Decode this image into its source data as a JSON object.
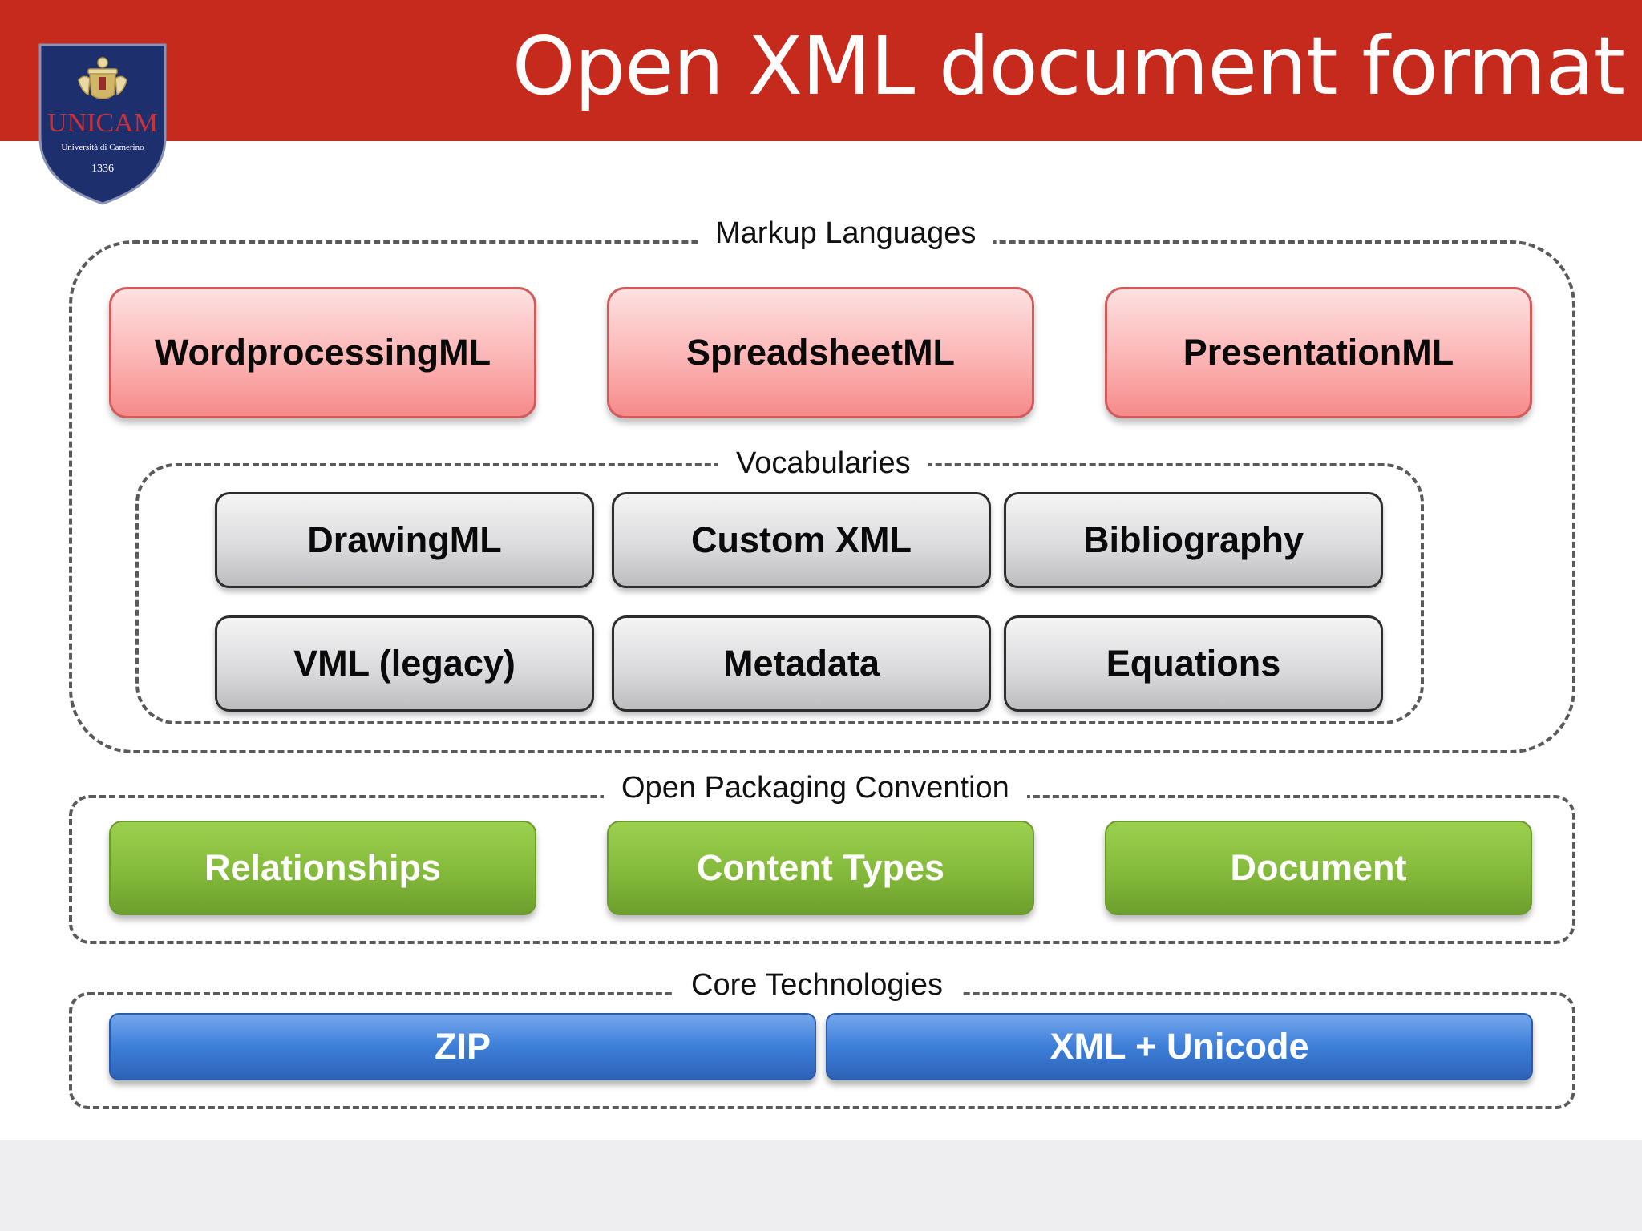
{
  "slide": {
    "title": "Open XML document format"
  },
  "logo": {
    "name": "UNICAM",
    "subtitle": "Università di Camerino",
    "year": "1336",
    "icon": "university-crest-icon"
  },
  "groups": {
    "markup_languages": {
      "label": "Markup Languages",
      "items": [
        "WordprocessingML",
        "SpreadsheetML",
        "PresentationML"
      ]
    },
    "vocabularies": {
      "label": "Vocabularies",
      "items": [
        "DrawingML",
        "Custom XML",
        "Bibliography",
        "VML (legacy)",
        "Metadata",
        "Equations"
      ]
    },
    "open_packaging": {
      "label": "Open Packaging Convention",
      "items": [
        "Relationships",
        "Content Types",
        "Document"
      ]
    },
    "core_technologies": {
      "label": "Core Technologies",
      "items": [
        "ZIP",
        "XML + Unicode"
      ]
    }
  },
  "colors": {
    "header": "#c52a1c",
    "markup_box": "#fbb0b0",
    "vocabulary_box": "#d9d9dc",
    "packaging_box": "#84ba3b",
    "core_box": "#3d7fd9"
  }
}
